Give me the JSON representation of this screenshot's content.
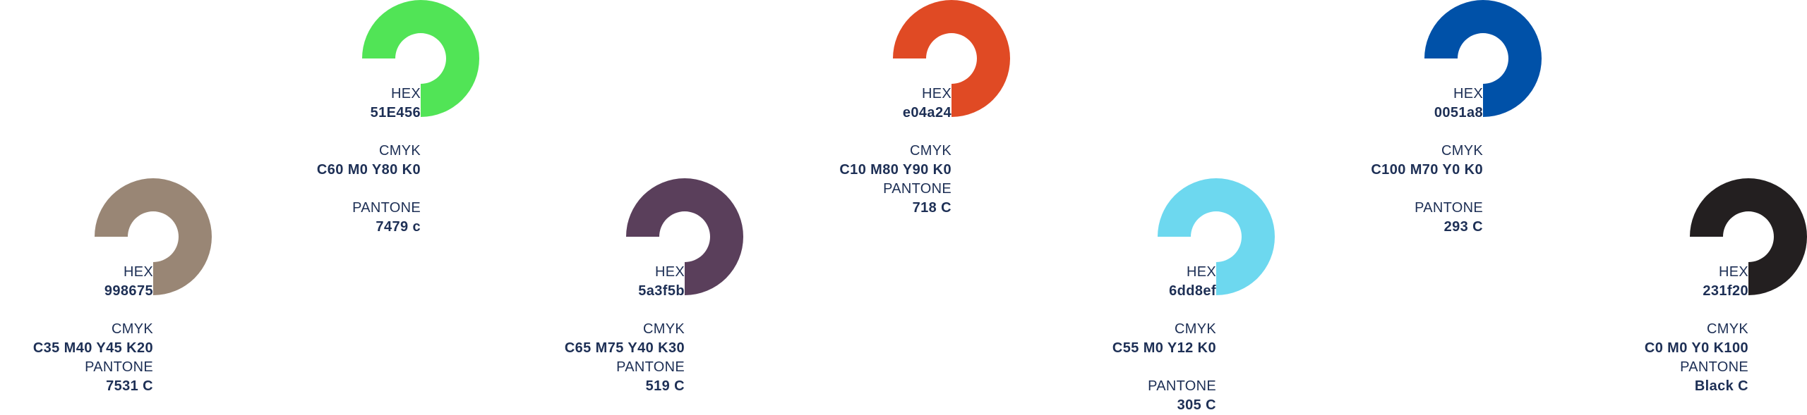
{
  "labels": {
    "hex": "HEX",
    "cmyk": "CMYK",
    "pantone": "PANTONE"
  },
  "swatches": [
    {
      "name": "green",
      "color": "#51E456",
      "hex": "51E456",
      "cmyk": "C60 M0 Y80 K0",
      "pantone": "7479 c"
    },
    {
      "name": "red",
      "color": "#e04a24",
      "hex": "e04a24",
      "cmyk": "C10 M80 Y90 K0",
      "pantone": "718 C"
    },
    {
      "name": "blue",
      "color": "#0051a8",
      "hex": "0051a8",
      "cmyk": "C100 M70 Y0 K0",
      "pantone": "293 C"
    },
    {
      "name": "taupe",
      "color": "#998675",
      "hex": "998675",
      "cmyk": "C35 M40 Y45 K20",
      "pantone": "7531 C"
    },
    {
      "name": "plum",
      "color": "#5a3f5b",
      "hex": "5a3f5b",
      "cmyk": "C65 M75 Y40 K30",
      "pantone": "519 C"
    },
    {
      "name": "light-blue",
      "color": "#6dd8ef",
      "hex": "6dd8ef",
      "cmyk": "C55 M0 Y12 K0",
      "pantone": "305 C"
    },
    {
      "name": "black",
      "color": "#231f20",
      "hex": "231f20",
      "cmyk": "C0 M0 Y0 K100",
      "pantone": "Black C"
    }
  ]
}
